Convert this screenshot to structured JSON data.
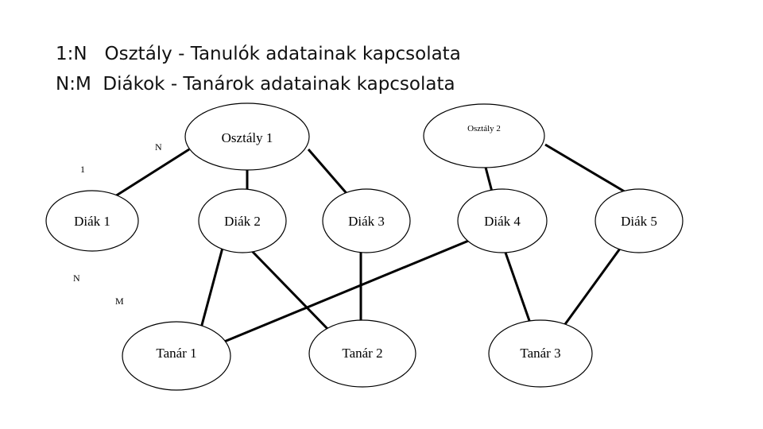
{
  "headings": [
    "1:N   Osztály - Tanulók adatainak kapcsolata",
    "N:M  Diákok - Tanárok adatainak kapcsolata"
  ],
  "nodes": {
    "osztaly1": "Osztály 1",
    "osztaly2": "Osztály 2",
    "diak1": "Diák 1",
    "diak2": "Diák 2",
    "diak3": "Diák 3",
    "diak4": "Diák 4",
    "diak5": "Diák 5",
    "tanar1": "Tanár 1",
    "tanar2": "Tanár 2",
    "tanar3": "Tanár 3"
  },
  "cardinality": {
    "n_top": "N",
    "one": "1",
    "n_mid": "N",
    "m": "M"
  },
  "edges": [
    [
      "osztaly1",
      "diak1"
    ],
    [
      "osztaly1",
      "diak2"
    ],
    [
      "osztaly1",
      "diak3"
    ],
    [
      "osztaly2",
      "diak4"
    ],
    [
      "osztaly2",
      "diak5"
    ],
    [
      "diak2",
      "tanar1"
    ],
    [
      "diak2",
      "tanar2"
    ],
    [
      "diak3",
      "tanar2"
    ],
    [
      "diak4",
      "tanar1"
    ],
    [
      "diak4",
      "tanar3"
    ],
    [
      "diak5",
      "tanar3"
    ]
  ]
}
